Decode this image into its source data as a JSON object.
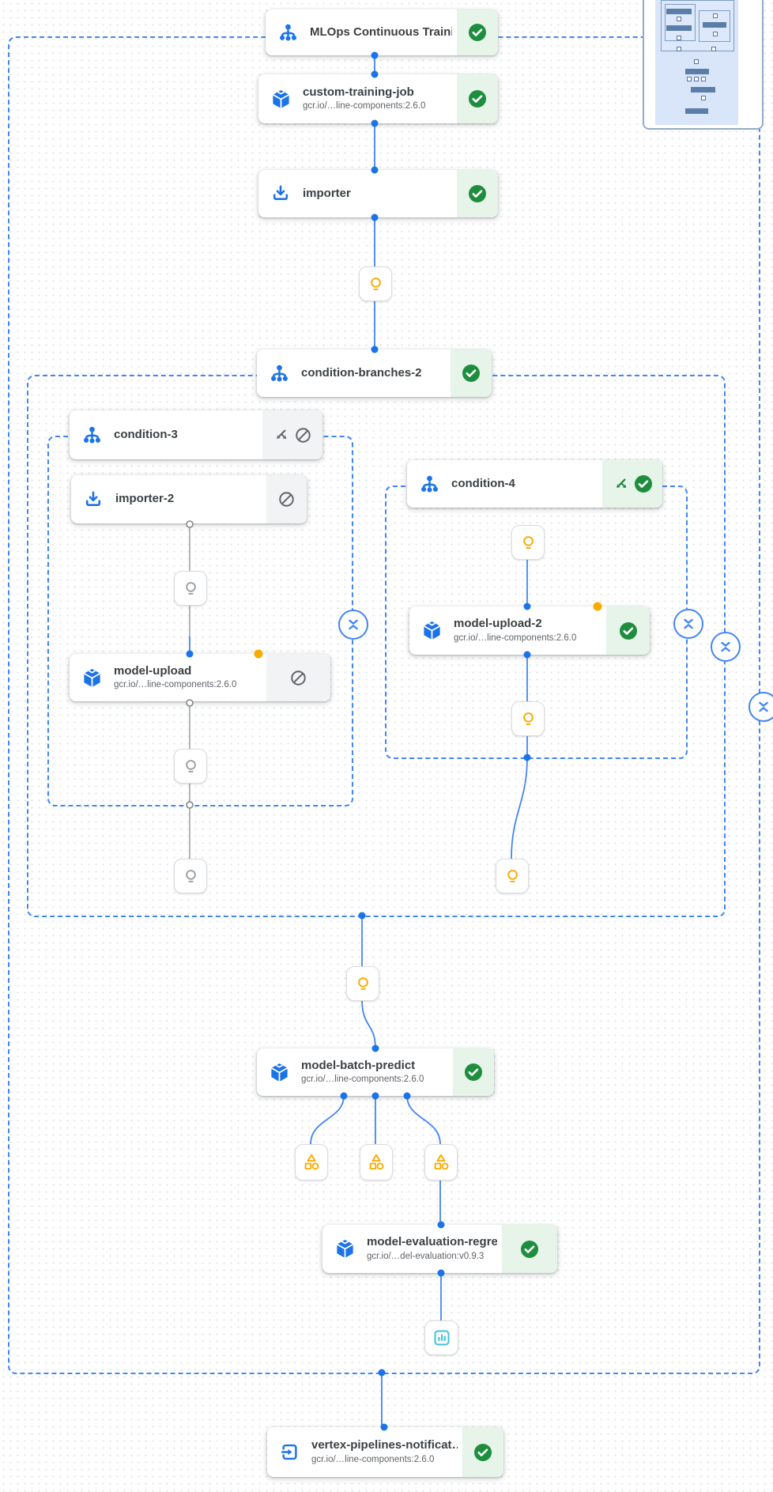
{
  "pipeline": {
    "title_node": "MLOps Continuous Traini…"
  },
  "nodes": {
    "mlops": {
      "label": "MLOps Continuous Traini…",
      "status": "succeeded",
      "icon": "dag"
    },
    "custom_training_job": {
      "label": "custom-training-job",
      "sublabel": "gcr.io/…line-components:2.6.0",
      "status": "succeeded",
      "icon": "cube"
    },
    "importer": {
      "label": "importer",
      "status": "succeeded",
      "icon": "import"
    },
    "condition_branches_2": {
      "label": "condition-branches-2",
      "status": "succeeded",
      "icon": "dag"
    },
    "condition_3": {
      "label": "condition-3",
      "status": "skipped",
      "icon": "dag"
    },
    "importer_2": {
      "label": "importer-2",
      "status": "skipped",
      "icon": "import"
    },
    "model_upload": {
      "label": "model-upload",
      "sublabel": "gcr.io/…line-components:2.6.0",
      "status": "skipped",
      "icon": "cube"
    },
    "condition_4": {
      "label": "condition-4",
      "status": "succeeded",
      "icon": "dag"
    },
    "model_upload_2": {
      "label": "model-upload-2",
      "sublabel": "gcr.io/…line-components:2.6.0",
      "status": "succeeded",
      "icon": "cube"
    },
    "model_batch_predict": {
      "label": "model-batch-predict",
      "sublabel": "gcr.io/…line-components:2.6.0",
      "status": "succeeded",
      "icon": "cube"
    },
    "model_evaluation": {
      "label": "model-evaluation-regres…",
      "sublabel": "gcr.io/…del-evaluation:v0.9.3",
      "status": "succeeded",
      "icon": "cube"
    },
    "vertex_notification": {
      "label": "vertex-pipelines-notificat…",
      "sublabel": "gcr.io/…line-components:2.6.0",
      "status": "succeeded",
      "icon": "exit"
    }
  },
  "colors": {
    "edge_blue": "#4285f4",
    "edge_gray": "#9aa0a6",
    "icon_blue": "#1a73e8",
    "success_green": "#1e8e3e",
    "success_bg": "#e6f4ea",
    "skipped_bg": "#f1f3f4",
    "artifact_amber": "#f9ab00",
    "artifact_gray": "#9aa0a6",
    "metrics_cyan": "#3fc0dd",
    "border_dash_blue": "#4285f4"
  }
}
